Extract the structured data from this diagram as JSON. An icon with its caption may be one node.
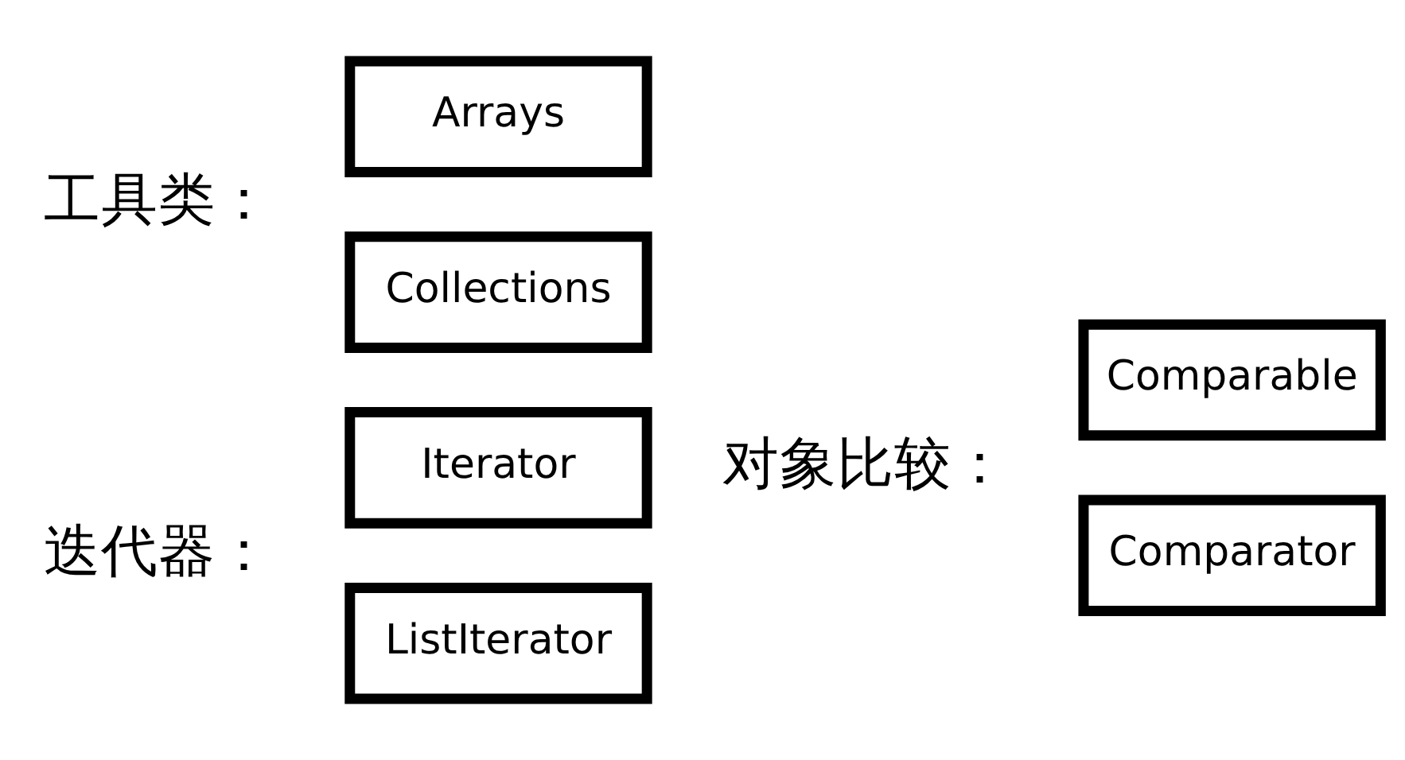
{
  "diagram": {
    "nodes": [
      {
        "text": [
          "Iterator"
        ]
      },
      {
        "text": [
          "ListIterator"
        ]
      },
      {
        "text": [
          "Comparable"
        ]
      },
      {
        "text": [
          "Comparator"
        ]
      },
      {
        "text": [
          "Arrays"
        ]
      },
      {
        "text": [
          "Collections"
        ]
      }
    ],
    "labels": [
      "迭代器：",
      "对象比较：",
      "工具类："
    ]
  }
}
